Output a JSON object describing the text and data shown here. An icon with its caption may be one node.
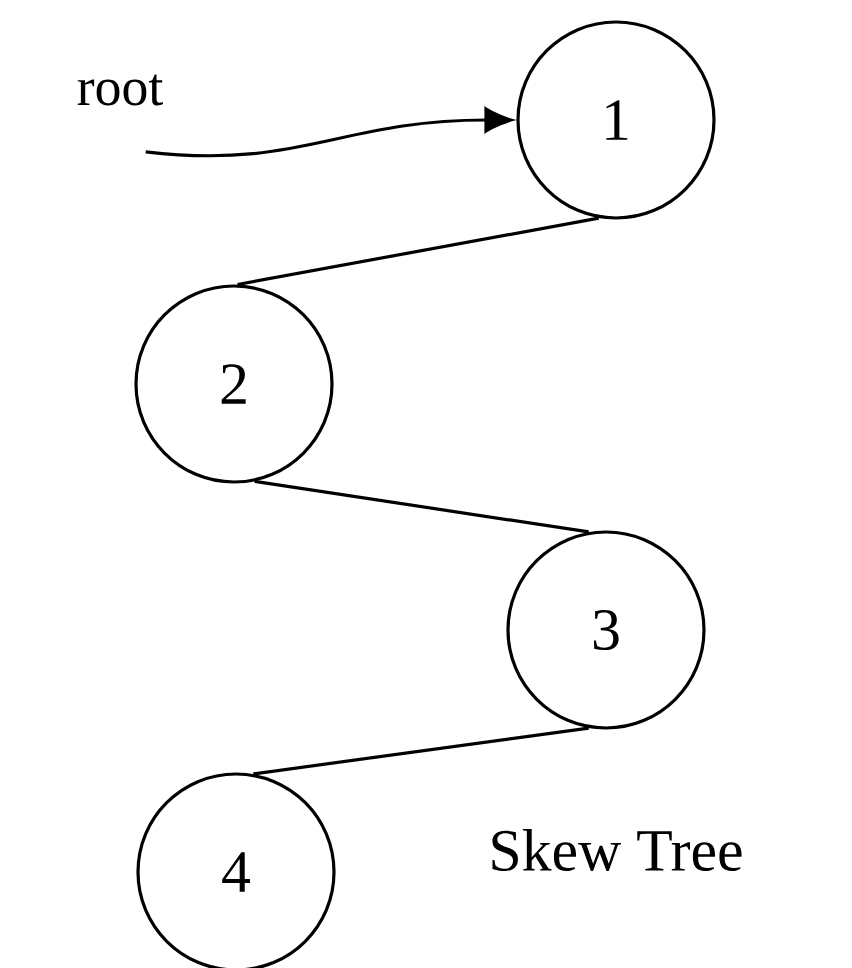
{
  "diagram": {
    "nodes": [
      {
        "text": [
          "root"
        ]
      },
      {
        "text": [
          "1"
        ]
      },
      {
        "text": [
          "2"
        ]
      },
      {
        "text": [
          "3"
        ]
      },
      {
        "text": [
          "4"
        ]
      }
    ],
    "edges": [
      {
        "from": 0,
        "to": 1,
        "arrow": "to"
      },
      {
        "from": 1,
        "to": 2,
        "arrow": "none"
      },
      {
        "from": 2,
        "to": 3,
        "arrow": "none"
      },
      {
        "from": 3,
        "to": 4,
        "arrow": "none"
      }
    ],
    "labels": [
      "Skew Tree"
    ]
  }
}
